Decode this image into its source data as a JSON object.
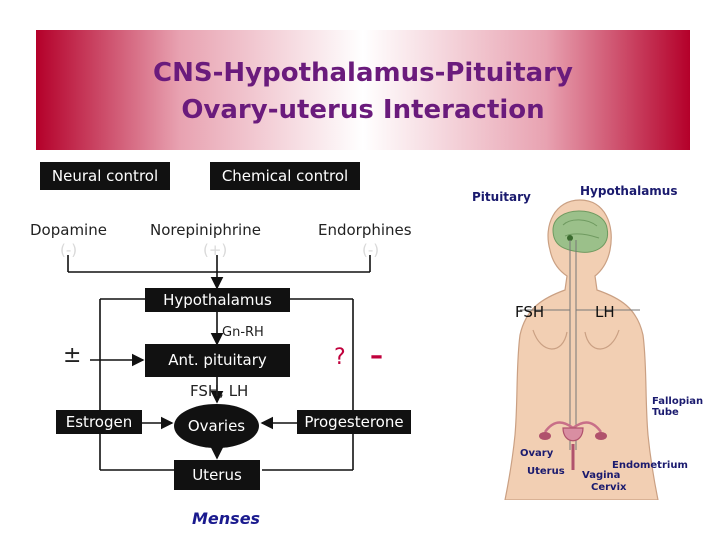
{
  "slide": {
    "title_line1": "CNS-Hypothalamus-Pituitary",
    "title_line2": "Ovary-uterus Interaction"
  },
  "diagram": {
    "neural_control": "Neural control",
    "chemical_control": "Chemical control",
    "dopamine": "Dopamine",
    "dopamine_sign": "(-)",
    "norepinephrine": "Norepiniphrine",
    "norepinephrine_sign": "(+)",
    "endorphines": "Endorphines",
    "endorphines_sign": "(-)",
    "hypothalamus": "Hypothalamus",
    "gnrh": "Gn-RH",
    "plus_minus": "±",
    "ant_pituitary": "Ant. pituitary",
    "question": "?",
    "minus": "–",
    "fsh_lh": "FSH, LH",
    "estrogen": "Estrogen",
    "ovaries": "Ovaries",
    "progesterone": "Progesterone",
    "uterus": "Uterus",
    "menses": "Menses"
  },
  "anatomy": {
    "pituitary": "Pituitary",
    "hypothalamus": "Hypothalamus",
    "fsh": "FSH",
    "lh": "LH",
    "fallopian_tube": "Fallopian\nTube",
    "ovary": "Ovary",
    "uterus": "Uterus",
    "vagina": "Vagina",
    "cervix": "Cervix",
    "endometrium": "Endometrium"
  },
  "colors": {
    "banner_accent": "#b4002a",
    "title": "#6a1b7c",
    "label_box": "#111111",
    "minus": "#c0003c"
  }
}
